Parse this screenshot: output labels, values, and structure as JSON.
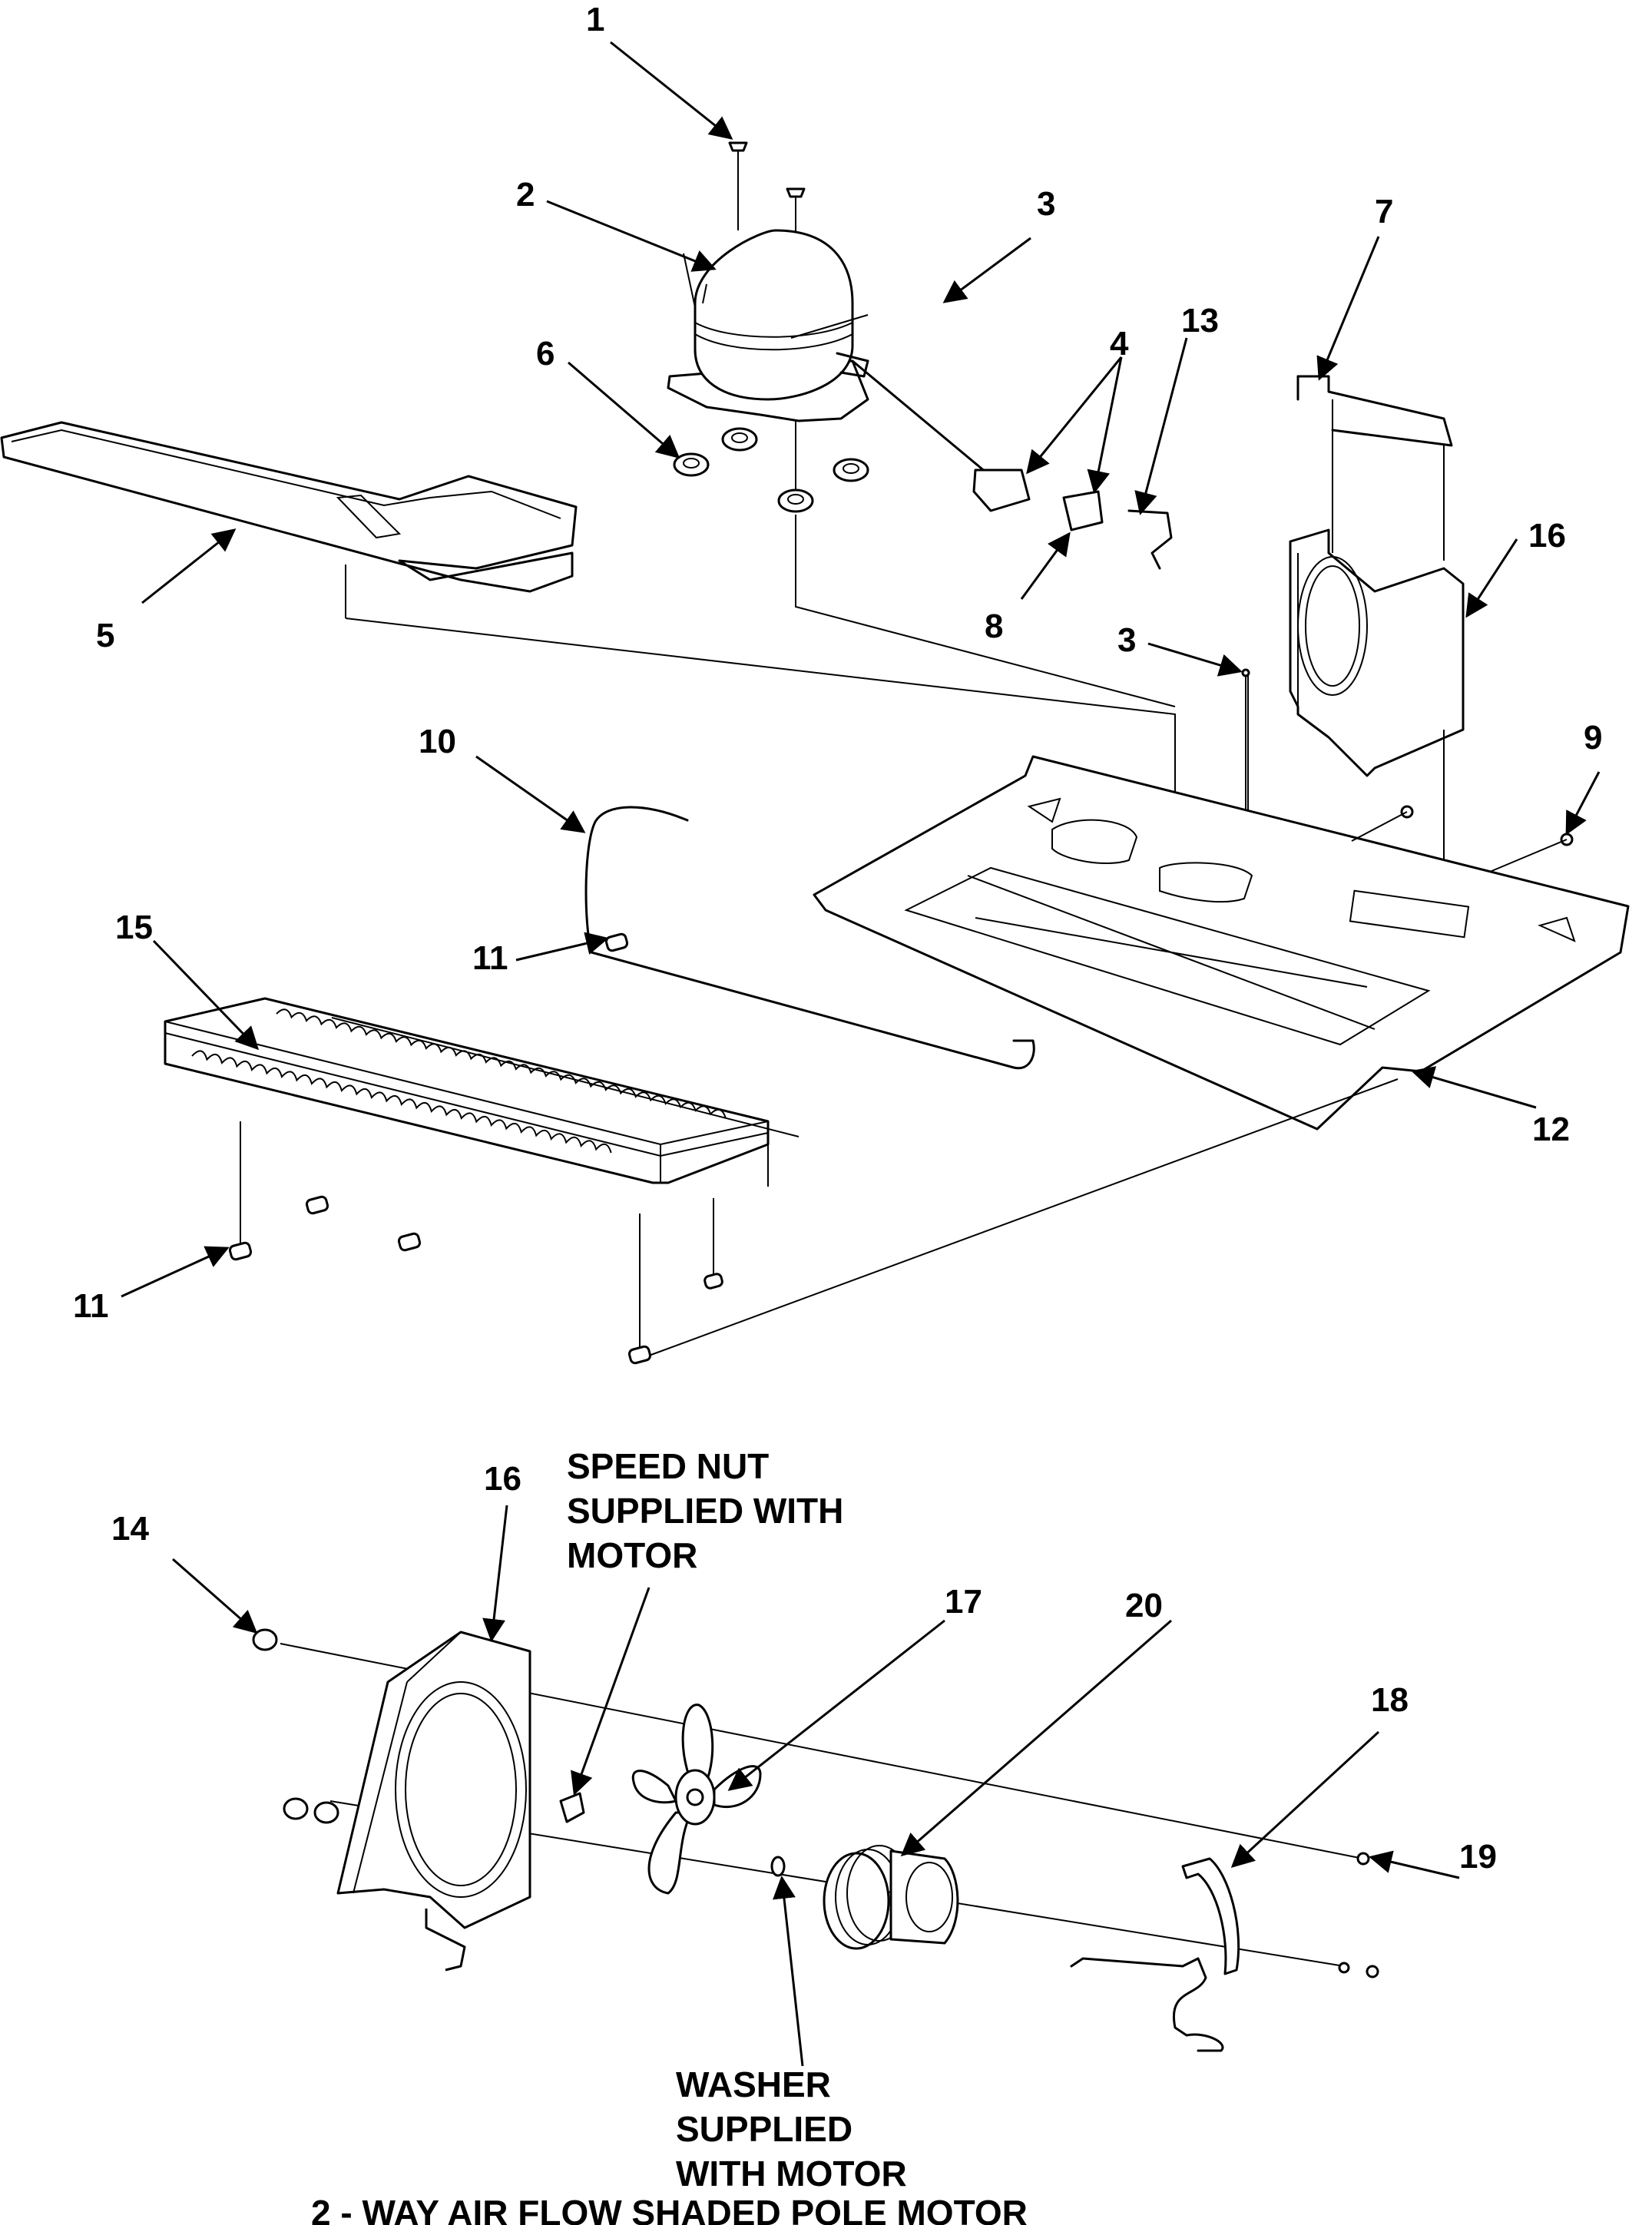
{
  "callouts": [
    {
      "id": "c1",
      "label": "1"
    },
    {
      "id": "c2",
      "label": "2"
    },
    {
      "id": "c3a",
      "label": "3"
    },
    {
      "id": "c4",
      "label": "4"
    },
    {
      "id": "c13",
      "label": "13"
    },
    {
      "id": "c7",
      "label": "7"
    },
    {
      "id": "c6",
      "label": "6"
    },
    {
      "id": "c16a",
      "label": "16"
    },
    {
      "id": "c5",
      "label": "5"
    },
    {
      "id": "c8",
      "label": "8"
    },
    {
      "id": "c3b",
      "label": "3"
    },
    {
      "id": "c9",
      "label": "9"
    },
    {
      "id": "c10",
      "label": "10"
    },
    {
      "id": "c15",
      "label": "15"
    },
    {
      "id": "c11a",
      "label": "11"
    },
    {
      "id": "c12",
      "label": "12"
    },
    {
      "id": "c11b",
      "label": "11"
    },
    {
      "id": "c16b",
      "label": "16"
    },
    {
      "id": "c14",
      "label": "14"
    },
    {
      "id": "c17",
      "label": "17"
    },
    {
      "id": "c20",
      "label": "20"
    },
    {
      "id": "c18",
      "label": "18"
    },
    {
      "id": "c19",
      "label": "19"
    }
  ],
  "notes": {
    "speed_nut": [
      "SPEED NUT",
      "SUPPLIED WITH",
      "MOTOR"
    ],
    "washer": [
      "WASHER",
      "SUPPLIED",
      "WITH MOTOR"
    ]
  },
  "caption": "2 - WAY AIR FLOW SHADED POLE MOTOR"
}
